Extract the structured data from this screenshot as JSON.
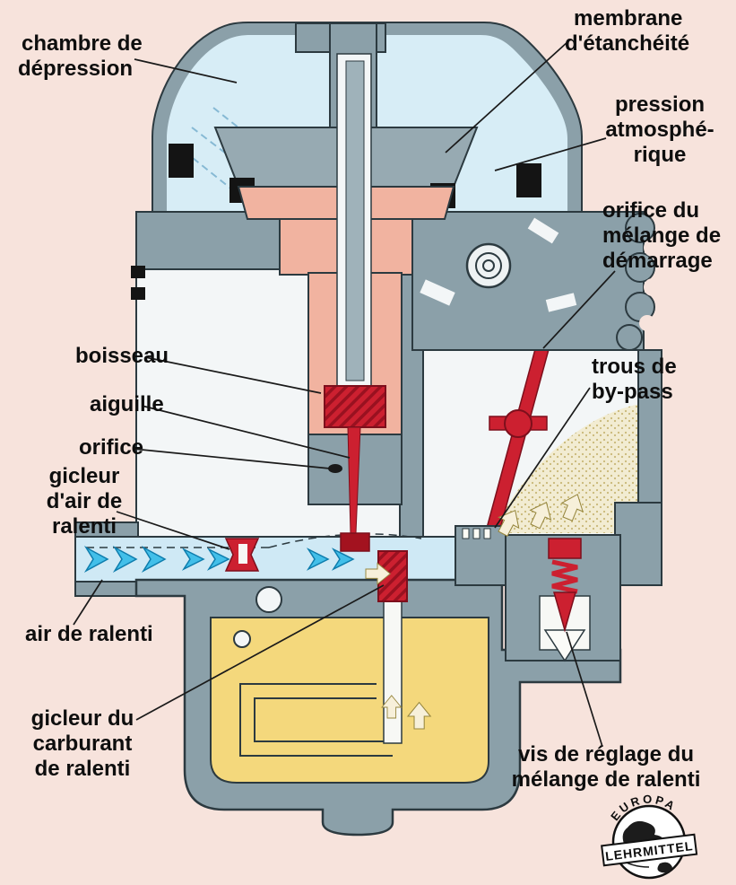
{
  "figure": "carburetor-idle-system-cross-section",
  "colors": {
    "background": "#f7e3dc",
    "body_metal": "#8ba0a9",
    "air_chamber": "#d7edf6",
    "piston": "#f1b3a0",
    "fuel_parts_red": "#cc2030",
    "fuel_yellow": "#f4d87c",
    "mixture_stipple": "#f2ecd2",
    "flow_arrow_blue": "#42bfe9"
  },
  "labels": {
    "chambre_depression": {
      "line1": "chambre de",
      "line2": "dépression"
    },
    "membrane": {
      "line1": "membrane",
      "line2": "d'étanchéité"
    },
    "pression": {
      "line1": "pression",
      "line2": "atmosphé-",
      "line3": "rique"
    },
    "orifice_demarrage": {
      "line1": "orifice du",
      "line2": "mélange de",
      "line3": "démarrage"
    },
    "trous_bypass": {
      "line1": "trous de",
      "line2": "by-pass"
    },
    "boisseau": {
      "line1": "boisseau"
    },
    "aiguille": {
      "line1": "aiguille"
    },
    "orifice": {
      "line1": "orifice"
    },
    "gicleur_air": {
      "line1": "gicleur",
      "line2": "d'air de",
      "line3": "ralenti"
    },
    "air_ralenti": {
      "line1": "air de ralenti"
    },
    "gicleur_carburant": {
      "line1": "gicleur du",
      "line2": "carburant",
      "line3": "de ralenti"
    },
    "vis_reglage": {
      "line1": "vis de réglage du",
      "line2": "mélange de ralenti"
    }
  },
  "logo": {
    "top": "EUROPA",
    "bottom": "LEHRMITTEL"
  }
}
